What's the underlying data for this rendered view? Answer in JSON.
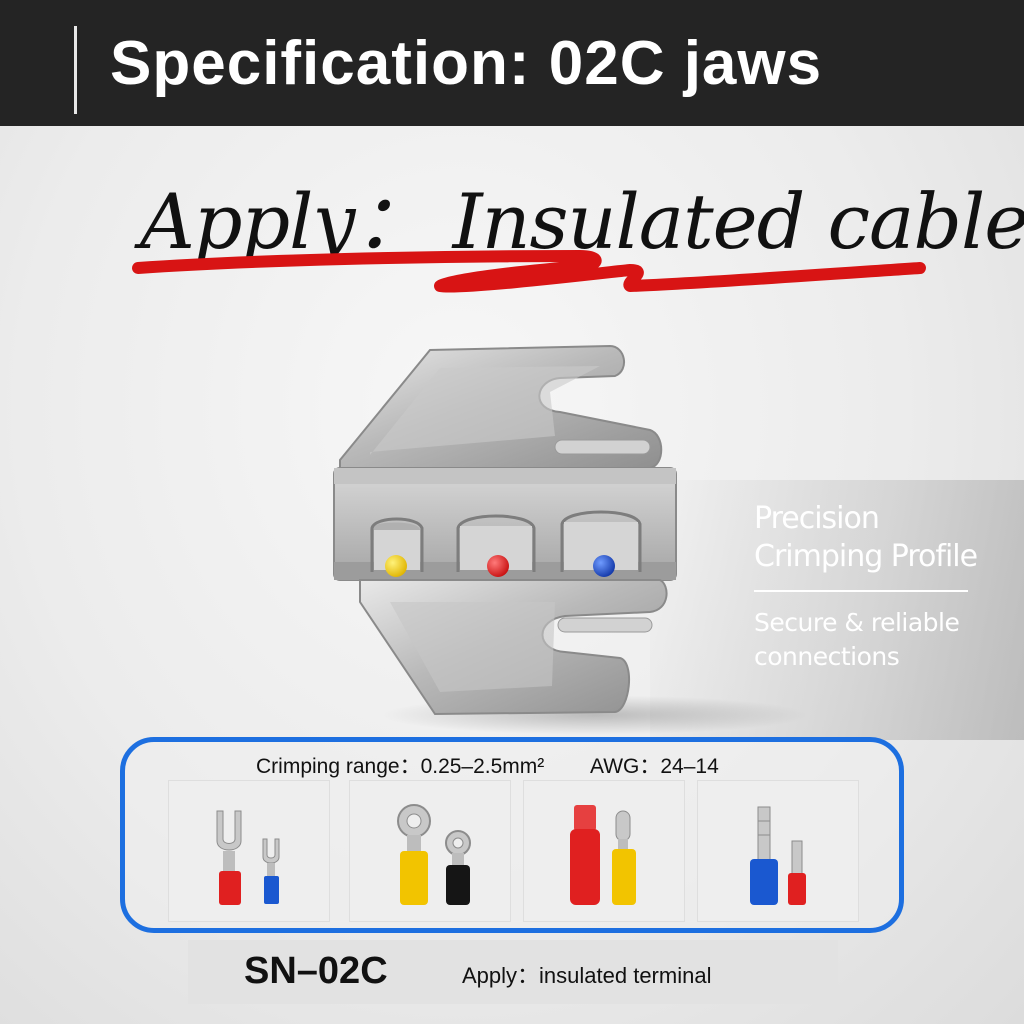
{
  "header": {
    "title": "Specification: 02C jaws"
  },
  "apply": {
    "title": "Apply： Insulated cable"
  },
  "feature": {
    "title_line1": "Precision",
    "title_line2": "Crimping Profile",
    "sub_line1": "Secure & reliable",
    "sub_line2": "connections"
  },
  "range": {
    "crimping": "Crimping range：0.25–2.5mm²",
    "awg": "AWG：24–14"
  },
  "terminals": [
    {
      "name": "fork-terminals"
    },
    {
      "name": "ring-terminals"
    },
    {
      "name": "bullet-connectors"
    },
    {
      "name": "pin-terminals"
    }
  ],
  "model": {
    "name": "SN–02C",
    "apply": "Apply：insulated terminal"
  },
  "colors": {
    "header_bg": "#242424",
    "accent_red": "#d81414",
    "box_blue": "#1d6fe0",
    "yellow": "#f2c400",
    "red": "#e02020",
    "blue": "#1a4fc4"
  }
}
